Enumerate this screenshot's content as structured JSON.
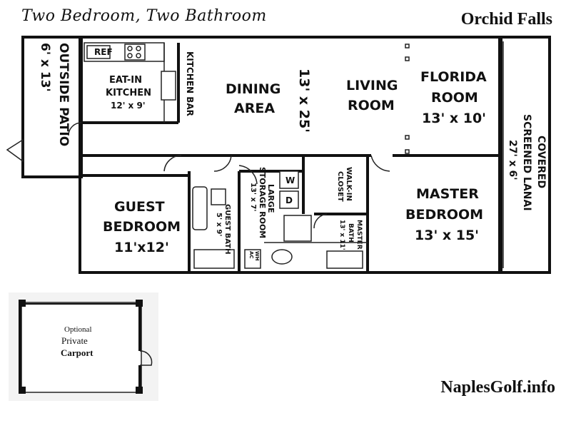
{
  "header": {
    "title": "Two Bedroom, Two Bathroom",
    "community": "Orchid Falls"
  },
  "footer": {
    "website": "NaplesGolf.info"
  },
  "rooms": {
    "patio_name": "OUTSIDE PATIO",
    "patio_size": "6' x 13'",
    "kitchen_name_1": "EAT-IN",
    "kitchen_name_2": "KITCHEN",
    "kitchen_size": "12' x 9'",
    "ref_label": "REF",
    "kitchen_bar": "KITCHEN BAR",
    "dining_1": "DINING",
    "dining_2": "AREA",
    "living_size": "13' x 25'",
    "living_1": "LIVING",
    "living_2": "ROOM",
    "florida_1": "FLORIDA",
    "florida_2": "ROOM",
    "florida_size": "13' x 10'",
    "lanai_1": "COVERED",
    "lanai_2": "SCREENED LANAI",
    "lanai_size": "27' x 6'",
    "guest_1": "GUEST",
    "guest_2": "BEDROOM",
    "guest_size": "11'x12'",
    "guest_bath": "GUEST BATH",
    "guest_bath_size": "5' x 9'",
    "storage_1": "LARGE",
    "storage_2": "STORAGE ROOM",
    "storage_size": "13' x 7'",
    "washer": "W",
    "dryer": "D",
    "water_heater": "WH",
    "ac": "AC",
    "closet_1": "WALK-IN",
    "closet_2": "CLOSET",
    "master_bath_1": "MASTER",
    "master_bath_2": "BATH",
    "master_bath_size": "13' x 11'",
    "master_1": "MASTER",
    "master_2": "BEDROOM",
    "master_size": "13' x 15'"
  },
  "carport": {
    "line1": "Optional",
    "line2": "Private",
    "line3": "Carport",
    "line1_color": "#1a2a7a"
  }
}
